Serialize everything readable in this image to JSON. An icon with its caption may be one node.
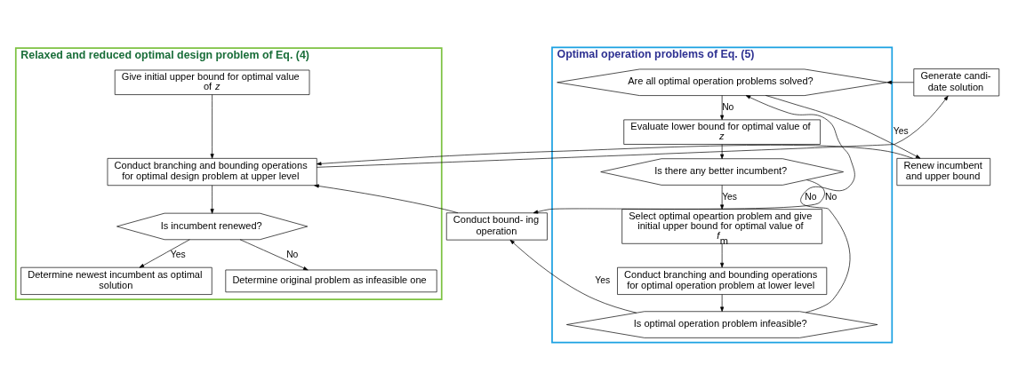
{
  "diagram": {
    "nodes": [
      {
        "text": [
          "Relaxed and reduced optimal design problem of Eq. (4)"
        ]
      },
      {
        "text": [
          "Give initial upper bound for optimal value of *z*"
        ],
        "in": 0
      },
      {
        "text": [
          "Conduct branching and bounding operations for optimal design problem at upper level"
        ],
        "in": 0
      },
      {
        "text": [
          "Is incumbent renewed?"
        ],
        "in": 0
      },
      {
        "text": [
          "Determine newest incumbent as optimal solution"
        ],
        "in": 0
      },
      {
        "text": [
          "Determine original problem as infeasible one"
        ],
        "in": 0
      },
      {
        "text": [
          "Generate candi- date solution"
        ]
      },
      {
        "text": [
          "Renew incumbent and upper bound"
        ]
      },
      {
        "text": [
          "Conduct bound- ing operation"
        ]
      },
      {
        "text": [
          "Optimal operation problems of Eq. (5)"
        ]
      },
      {
        "text": [
          "Are all optimal operation problems solved?"
        ],
        "in": 9
      },
      {
        "text": [
          "Evaluate lower bound for optimal value of *z*"
        ],
        "in": 9
      },
      {
        "text": [
          "Is there any better incumbent?"
        ],
        "in": 9
      },
      {
        "text": [
          "Select optimal opeartion problem and give initial upper bound for optimal value of *f*$_{m}$"
        ],
        "in": 9
      },
      {
        "text": [
          "Conduct branching and bounding operations for optimal operation problem at lower level"
        ],
        "in": 9
      },
      {
        "text": [
          "Is optimal operation problem infeasible?"
        ],
        "in": 9
      }
    ],
    "edges": [
      {
        "from": 1,
        "to": 2,
        "arrow": "to"
      },
      {
        "from": 2,
        "to": 3,
        "arrow": "to"
      },
      {
        "from": 3,
        "to": 4,
        "arrow": "to",
        "label": "Yes"
      },
      {
        "from": 3,
        "to": 5,
        "arrow": "to",
        "label": "No"
      },
      {
        "from": 2,
        "to": 6,
        "arrow": "to"
      },
      {
        "from": 7,
        "to": 2,
        "arrow": "to"
      },
      {
        "from": 8,
        "to": 2,
        "arrow": "to"
      },
      {
        "from": 6,
        "to": 10,
        "arrow": "to"
      },
      {
        "from": 10,
        "to": 7,
        "arrow": "to",
        "label": "Yes"
      },
      {
        "from": 10,
        "to": 11,
        "arrow": "to",
        "label": "No"
      },
      {
        "from": 11,
        "to": 12,
        "arrow": "to"
      },
      {
        "from": 12,
        "to": 13,
        "arrow": "to",
        "label": "Yes"
      },
      {
        "from": 12,
        "to": 8,
        "arrow": "to",
        "label": "No"
      },
      {
        "from": 13,
        "to": 14,
        "arrow": "to"
      },
      {
        "from": 14,
        "to": 15,
        "arrow": "to"
      },
      {
        "from": 15,
        "to": 8,
        "arrow": "to",
        "label": "Yes"
      },
      {
        "from": 15,
        "to": 10,
        "arrow": "to",
        "label": "No"
      }
    ]
  }
}
